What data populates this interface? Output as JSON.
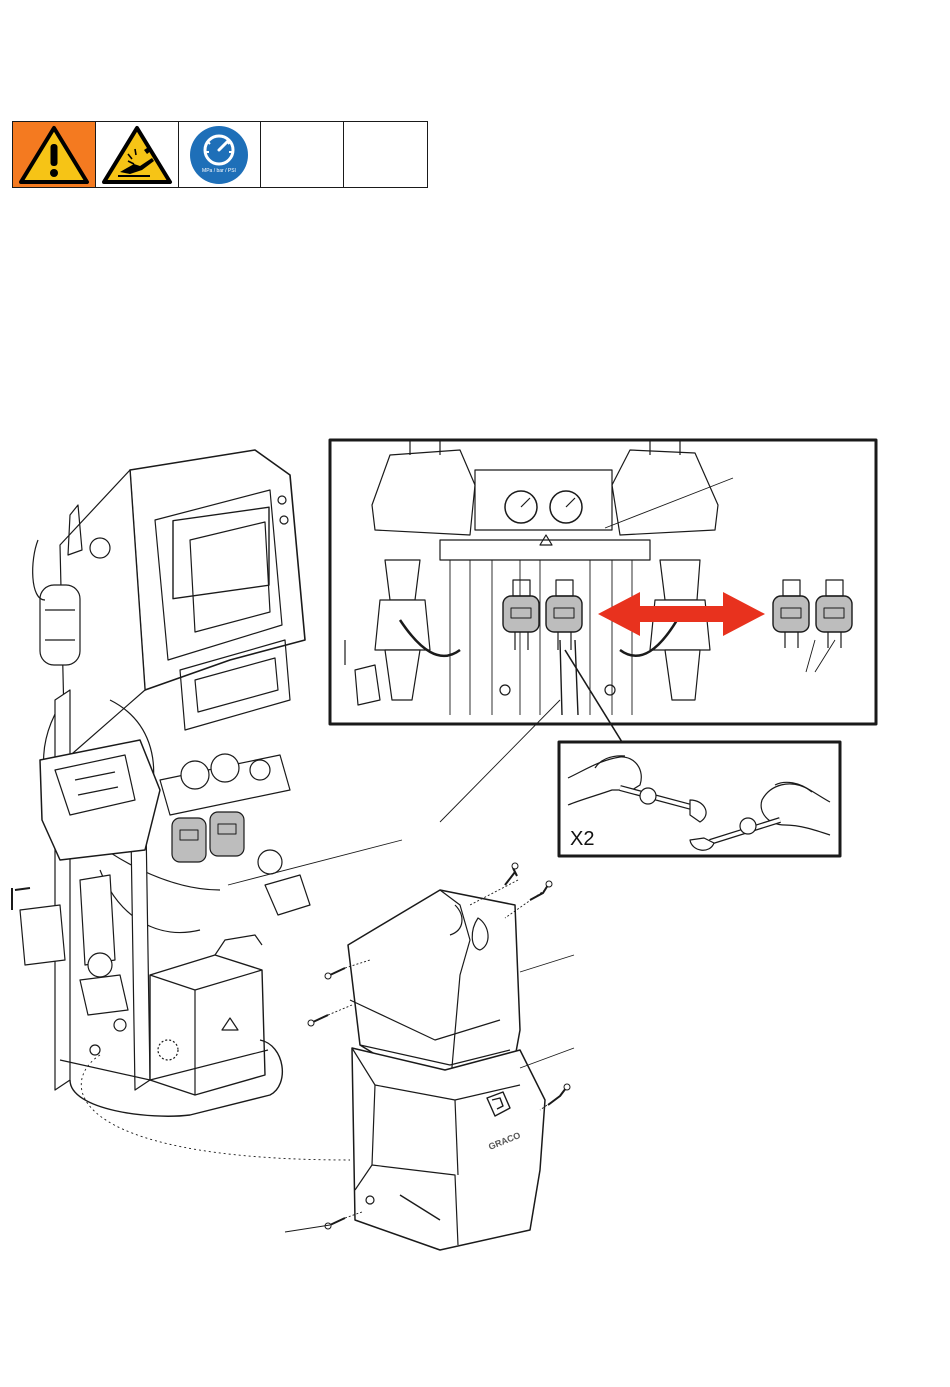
{
  "symbol_row": {
    "icons": [
      "general-warning-icon",
      "skin-injection-hazard-icon",
      "pressure-relief-procedure-icon"
    ],
    "pressure_units": "MPa / bar / PSI",
    "colors": {
      "warning_bg": "#f47a20",
      "warning_yellow": "#f6c416",
      "mandatory_blue": "#1e6fb8"
    }
  },
  "figure": {
    "multiplier_label": "X2",
    "brand_logo": "GRACO",
    "arrow_color": "#e8321e",
    "part_fill": "#bdbdbd"
  }
}
